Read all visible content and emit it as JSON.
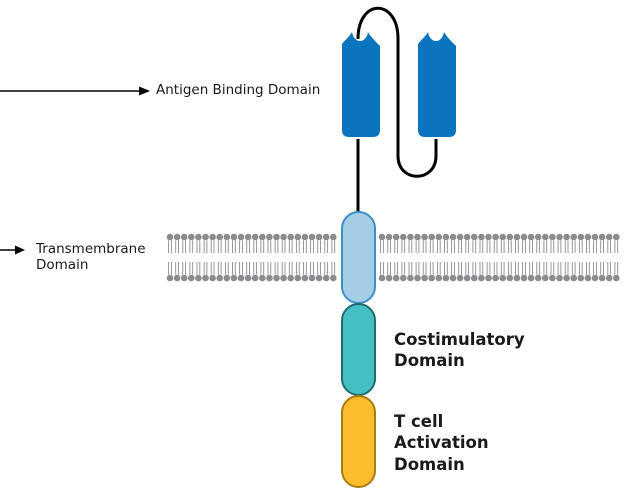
{
  "labels": {
    "antigen_binding": "Antigen Binding Domain",
    "transmembrane": [
      "Transmembrane",
      "Domain"
    ],
    "costimulatory": [
      "Costimulatory",
      "Domain"
    ],
    "activation": [
      "T cell",
      "Activation",
      "Domain"
    ]
  },
  "colors": {
    "antigen_binding": "#0a74be",
    "transmembrane_fill": "#a4cde6",
    "transmembrane_stroke": "#3d8fc9",
    "costimulatory_fill": "#45c0c2",
    "costimulatory_stroke": "#1f6d70",
    "activation_fill": "#fbbd2b",
    "activation_stroke": "#a87c15",
    "lipid": "#8a8c8f",
    "line": "#000000"
  }
}
